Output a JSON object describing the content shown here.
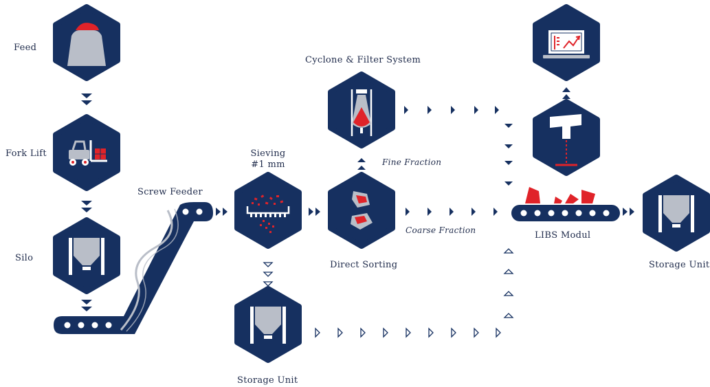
{
  "diagram": {
    "colors": {
      "navy": "#163060",
      "red": "#e02329",
      "grey": "#b9bec8",
      "white": "#ffffff"
    },
    "labels": {
      "feed": "Feed",
      "fork_lift": "Fork Lift",
      "silo": "Silo",
      "screw_feeder": "Screw Feeder",
      "sieving_line1": "Sieving",
      "sieving_line2": "#1 mm",
      "cyclone_filter": "Cyclone & Filter System",
      "fine_fraction": "Fine Fraction",
      "coarse_fraction": "Coarse Fraction",
      "direct_sorting": "Direct Sorting",
      "storage_unit_bottom": "Storage Unit",
      "libs_modul": "LIBS Modul",
      "storage_unit_right": "Storage Unit"
    },
    "icons": [
      "feed-pile-icon",
      "fork-lift-icon",
      "silo-icon",
      "sieve-icon",
      "cyclone-icon",
      "direct-sorting-icon",
      "storage-hopper-icon",
      "laptop-chart-icon",
      "libs-laser-icon",
      "conveyor-belt-icon",
      "screw-feeder-icon"
    ]
  }
}
